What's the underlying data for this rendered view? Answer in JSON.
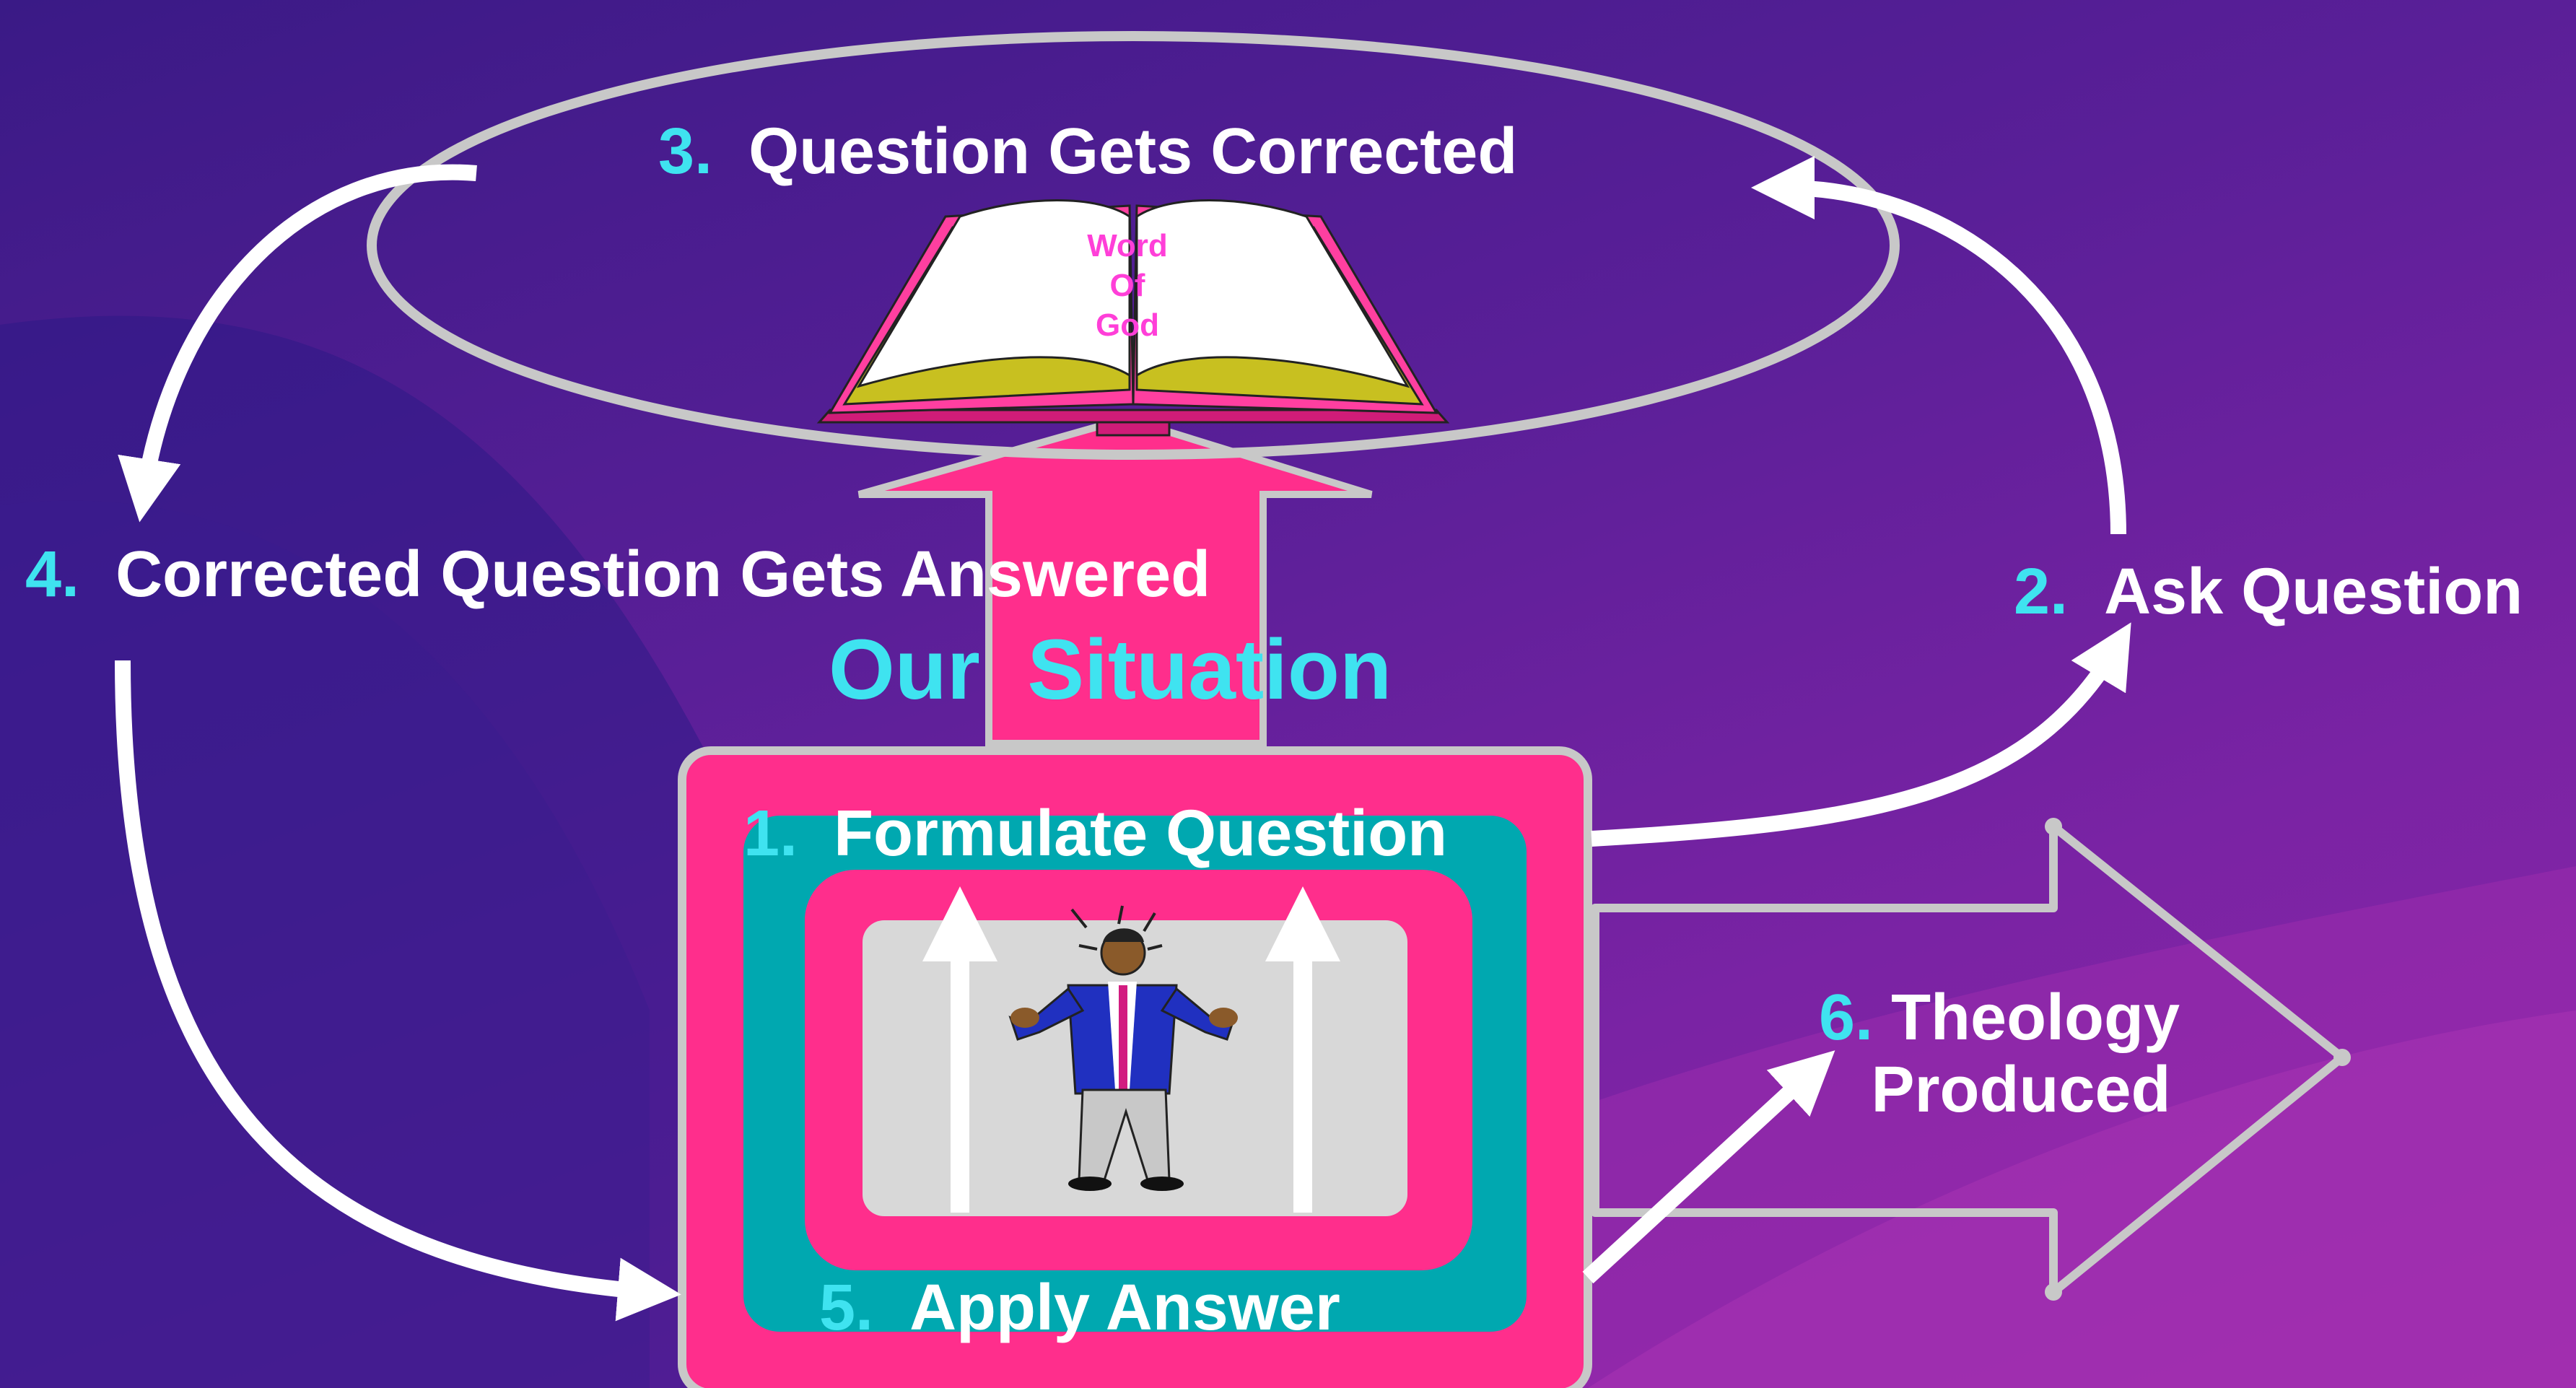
{
  "diagram": {
    "steps": [
      {
        "number": "1.",
        "text": "Formulate Question"
      },
      {
        "number": "2.",
        "text": "Ask Question"
      },
      {
        "number": "3.",
        "text": "Question Gets Corrected"
      },
      {
        "number": "4.",
        "text": "Corrected Question Gets Answered"
      },
      {
        "number": "5.",
        "text": "Apply Answer"
      },
      {
        "number": "6.",
        "text": "Theology",
        "text2": "Produced"
      }
    ],
    "situation_label": "Our  Situation",
    "book": {
      "line1": "Word",
      "line2": "Of",
      "line3": "God"
    }
  },
  "colors": {
    "step_number": "#3fe3f0",
    "label_text": "#ffffff",
    "frame_pink": "#ff2e8c",
    "frame_teal": "#00a8b0",
    "outline_gray": "#c8c8c8",
    "book_text": "#ff3fd8"
  }
}
